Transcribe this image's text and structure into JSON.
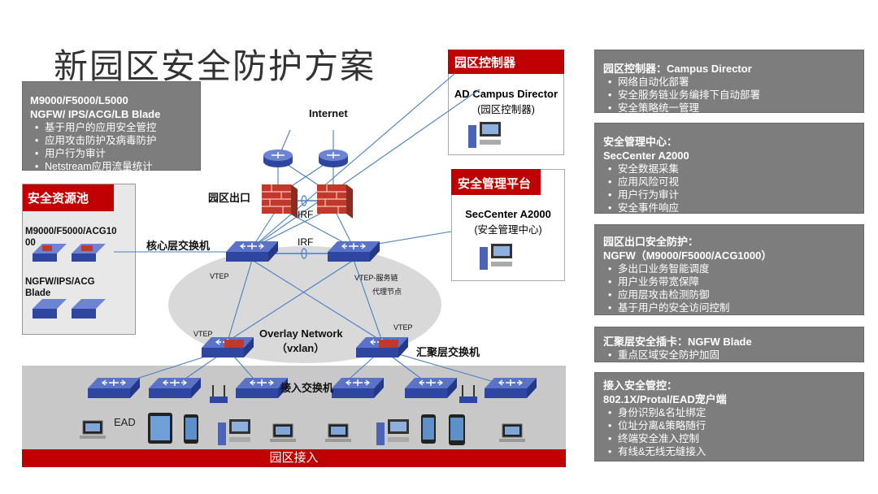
{
  "title": "新园区安全防护方案",
  "left_top_box": {
    "h1": "M9000/F5000/L5000",
    "h2": "NGFW/ IPS/ACG/LB Blade",
    "items": [
      "基于用户的应用安全管控",
      "应用攻击防护及病毒防护",
      "用户行为审计",
      "Netstream应用流量统计"
    ]
  },
  "pool": {
    "header": "安全资源池",
    "label1a": "M9000/F5000/ACG10",
    "label1b": "00",
    "label2a": "NGFW/IPS/ACG",
    "label2b": "Blade"
  },
  "controller": {
    "header": "园区控制器",
    "name": "AD Campus Director",
    "sub": "(园区控制器)"
  },
  "secmgmt": {
    "header": "安全管理平台",
    "name": "SecCenter A2000",
    "sub": "(安全管理中心)"
  },
  "diagram": {
    "internet": "Internet",
    "campus_exit": "园区出口",
    "irf1": "IRF",
    "irf2": "IRF",
    "core_label": "核心层交换机",
    "vtep_left": "VTEP",
    "vtep_right": "VTEP-服务链",
    "vtep_right2": "代理节点",
    "overlay1": "Overlay Network",
    "overlay2": "（vxlan）",
    "vtep_agg_left": "VTEP",
    "vtep_agg_right": "VTEP",
    "agg_label": "汇聚层交换机",
    "access_label": "接入交换机",
    "ead": "EAD",
    "access_bar": "园区接入"
  },
  "right_boxes": [
    {
      "h": [
        "园区控制器：Campus Director"
      ],
      "items": [
        "网络自动化部署",
        "安全服务链业务编排下自动部署",
        "安全策略统一管理"
      ]
    },
    {
      "h": [
        "安全管理中心：",
        "SecCenter A2000"
      ],
      "items": [
        "安全数据采集",
        "应用风险可视",
        "用户行为审计",
        "安全事件响应"
      ]
    },
    {
      "h": [
        "园区出口安全防护：",
        "NGFW（M9000/F5000/ACG1000）"
      ],
      "items": [
        "多出口业务智能调度",
        "用户业务带宽保障",
        "应用层攻击检测防御",
        "基于用户的安全访问控制"
      ]
    },
    {
      "h": [
        "汇聚层安全插卡：NGFW Blade"
      ],
      "items": [
        "重点区域安全防护加固"
      ]
    },
    {
      "h": [
        "接入安全管控：",
        "802.1X/Protal/EAD宠户端"
      ],
      "items": [
        "身份识别&名址绑定",
        "位址分离&策略随行",
        "终端安全准入控制",
        "有线&无线无缝接入"
      ]
    }
  ],
  "colors": {
    "red": "#c00000",
    "gray": "#7d7d7d",
    "switch_blue": "#3d56b0",
    "line_blue": "#4a7fc1"
  }
}
